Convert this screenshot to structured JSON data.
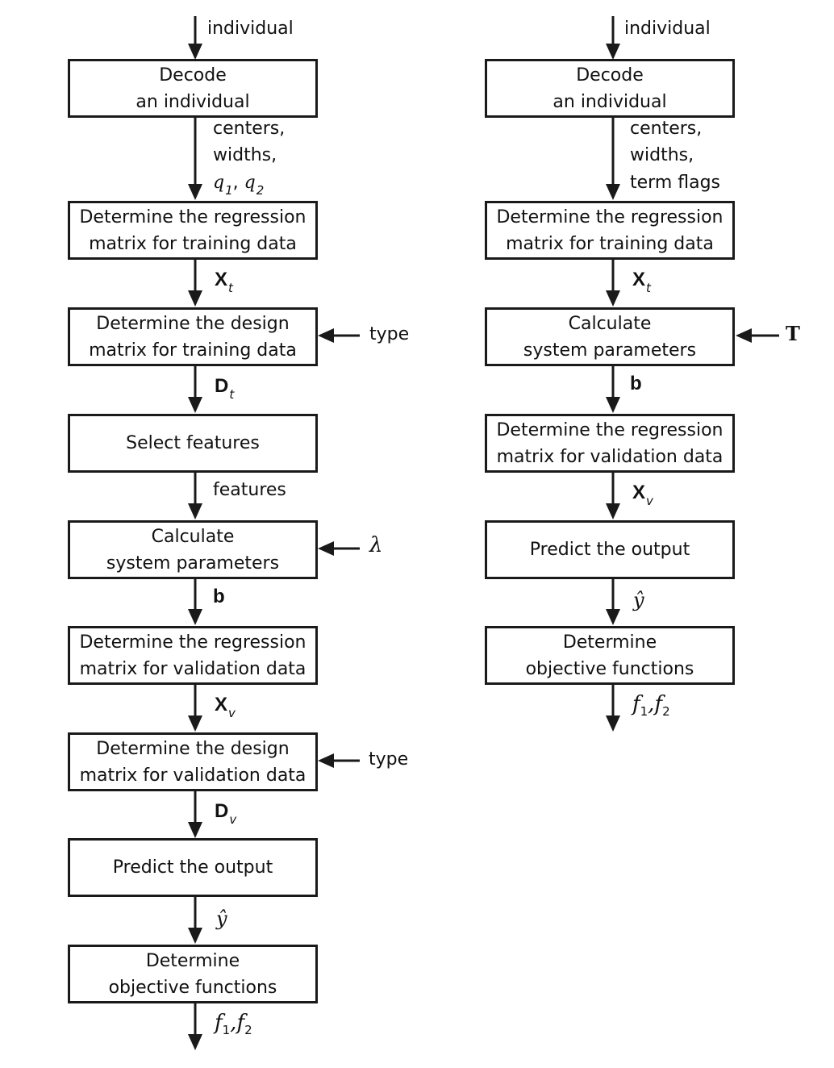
{
  "left": {
    "input_label": "individual",
    "boxes": [
      {
        "line1": "Decode",
        "line2": "an individual"
      },
      {
        "line1": "Determine the regression",
        "line2": "matrix for training data"
      },
      {
        "line1": "Determine the design",
        "line2": "matrix for training data"
      },
      {
        "line1": "Select features",
        "line2": ""
      },
      {
        "line1": "Calculate",
        "line2": "system parameters"
      },
      {
        "line1": "Determine the regression",
        "line2": "matrix for validation data"
      },
      {
        "line1": "Determine the design",
        "line2": "matrix for validation data"
      },
      {
        "line1": "Predict the output",
        "line2": ""
      },
      {
        "line1": "Determine",
        "line2": "objective functions"
      }
    ],
    "decode_outputs": [
      "centers,",
      "widths,"
    ],
    "q1": "q",
    "q1_sub": "1",
    "q_sep": ", ",
    "q2": "q",
    "q2_sub": "2",
    "xt": "X",
    "xt_sub": "t",
    "dt": "D",
    "dt_sub": "t",
    "features_label": "features",
    "b_label": "b",
    "xv": "X",
    "xv_sub": "v",
    "dv": "D",
    "dv_sub": "v",
    "yhat": "ŷ",
    "f1": "f",
    "f1_sub": "1",
    "f_sep": ",",
    "f2": "f",
    "f2_sub": "2",
    "type_label_1": "type",
    "type_label_2": "type",
    "lambda_label": "λ"
  },
  "right": {
    "input_label": "individual",
    "boxes": [
      {
        "line1": "Decode",
        "line2": "an individual"
      },
      {
        "line1": "Determine the regression",
        "line2": "matrix for training data"
      },
      {
        "line1": "Calculate",
        "line2": "system parameters"
      },
      {
        "line1": "Determine the regression",
        "line2": "matrix for validation data"
      },
      {
        "line1": "Predict the output",
        "line2": ""
      },
      {
        "line1": "Determine",
        "line2": "objective functions"
      }
    ],
    "decode_outputs": [
      "centers,",
      "widths,",
      "term flags"
    ],
    "xt": "X",
    "xt_sub": "t",
    "b_label": "b",
    "xv": "X",
    "xv_sub": "v",
    "yhat": "ŷ",
    "f1": "f",
    "f1_sub": "1",
    "f_sep": ",",
    "f2": "f",
    "f2_sub": "2",
    "t_label": "T"
  }
}
